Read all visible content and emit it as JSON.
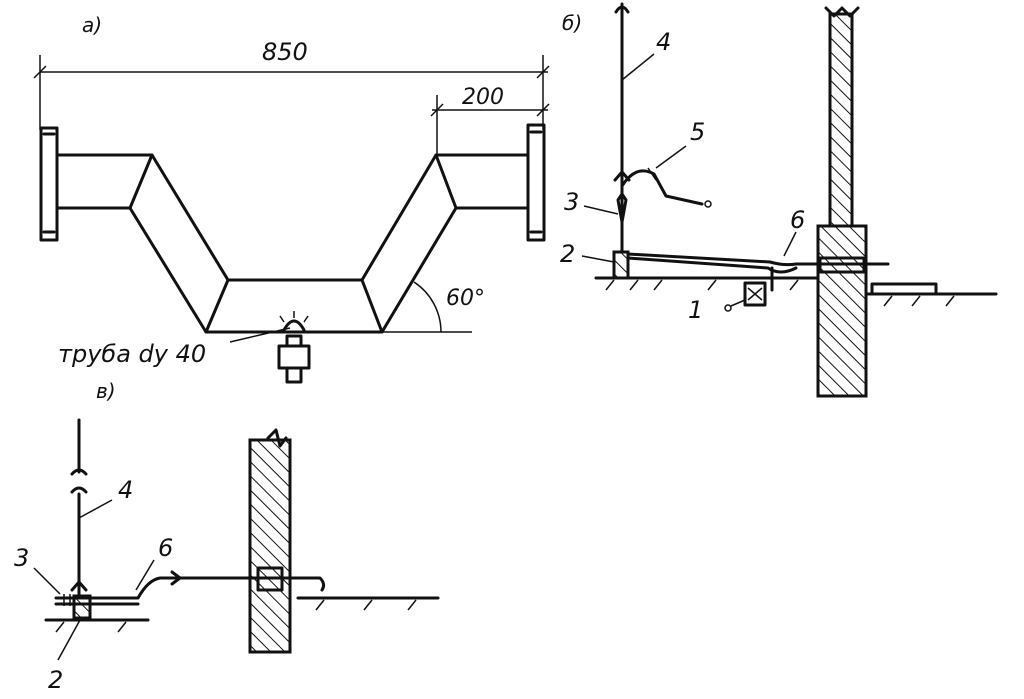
{
  "panel_a": {
    "label": "а)",
    "dim_total": "850",
    "dim_end": "200",
    "angle": "60°",
    "pipe_note": "труба dу 40"
  },
  "panel_b": {
    "label": "б)",
    "callouts": [
      "1",
      "2",
      "3",
      "4",
      "5",
      "6"
    ]
  },
  "panel_c": {
    "label": "в)",
    "callouts": [
      "2",
      "3",
      "4",
      "6"
    ]
  }
}
